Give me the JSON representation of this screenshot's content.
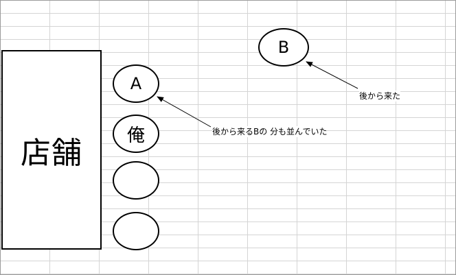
{
  "store_label": "店舗",
  "queue": {
    "a_label": "A",
    "me_label": "俺",
    "b_label": "B"
  },
  "notes": {
    "b_note": "後から来るBの 分も並んでいた",
    "b_arrival_note": "後から来た"
  }
}
